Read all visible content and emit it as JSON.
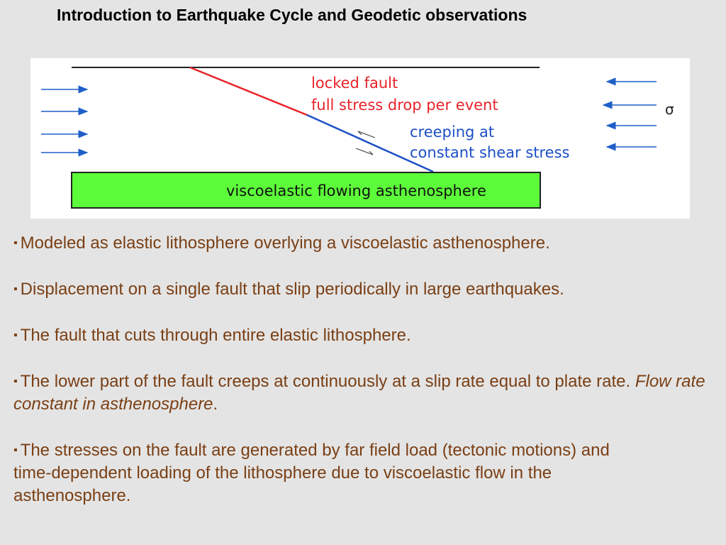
{
  "slide": {
    "title": "Introduction to Earthquake Cycle and Geodetic observations"
  },
  "figure": {
    "locked_label_line1": "locked fault",
    "locked_label_line2": "full stress drop per event",
    "creep_label_line1": "creeping at",
    "creep_label_line2": "constant shear stress",
    "sigma_symbol": "σ",
    "asthenosphere_label": "viscoelastic flowing asthenosphere",
    "colors": {
      "locked_fault": "#e8232a",
      "creeping_fault": "#1c4fc4",
      "asthenosphere_fill": "#5dfc3a",
      "arrows": "#1f5fc8"
    }
  },
  "bullets": {
    "marker": "▪",
    "b1": "Modeled as elastic lithosphere overlying a viscoelastic asthenosphere.",
    "b2": "Displacement on a single fault that slip periodically in large earthquakes.",
    "b3": "The fault that cuts through entire elastic lithosphere.",
    "b4_text": "The lower part of the fault creeps at continuously at a slip rate equal to plate rate. ",
    "b4_italic": "Flow rate constant in asthenosphere",
    "b4_end": ".",
    "b5": "The stresses on  the fault are generated by far field load (tectonic motions) and time-dependent loading of the lithosphere due to viscoelastic flow in the  asthenosphere."
  }
}
